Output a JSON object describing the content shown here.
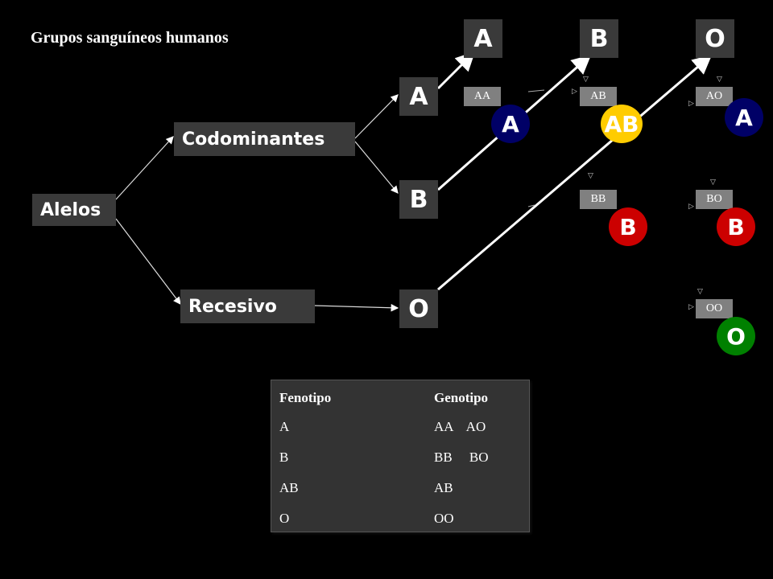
{
  "title": "Grupos sanguíneos humanos",
  "nodes": {
    "alelos": "Alelos",
    "codominantes": "Codominantes",
    "recesivo": "Recesivo"
  },
  "alleles": {
    "top": [
      "A",
      "B",
      "O"
    ],
    "second": [
      "A",
      "B",
      "O"
    ]
  },
  "genotypes": {
    "aa": "AA",
    "ab": "AB",
    "ao": "AO",
    "bb": "BB",
    "bo": "BO",
    "oo": "OO"
  },
  "phenotype_circles": [
    {
      "label": "A",
      "color": "#000066"
    },
    {
      "label": "AB",
      "color": "#ffcc00"
    },
    {
      "label": "A",
      "color": "#000066"
    },
    {
      "label": "B",
      "color": "#cc0000"
    },
    {
      "label": "B",
      "color": "#cc0000"
    },
    {
      "label": "O",
      "color": "#008000"
    }
  ],
  "table": {
    "header": [
      "Fenotipo",
      "Genotipo"
    ],
    "rows": [
      [
        "A",
        "AA    AO"
      ],
      [
        "B",
        "BB     BO"
      ],
      [
        "AB",
        "AB"
      ],
      [
        "O",
        "OO"
      ]
    ]
  }
}
